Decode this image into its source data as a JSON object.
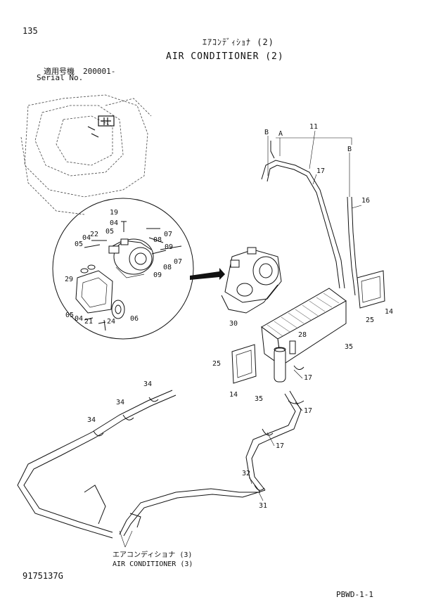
{
  "page_number": "135",
  "title_jp": "ｴｱｺﾝﾃﾞｨｼｮﾅ (2)",
  "title_en": "AIR CONDITIONER (2)",
  "serial_label_jp": "適用号機",
  "serial_value": "200001-",
  "serial_label_en": "Serial No.",
  "doc_id": "9175137G",
  "footer_code": "PBWD-1-1",
  "reference": {
    "jp": "エアコンディショナ (3)",
    "en": "AIR CONDITIONER (3)"
  },
  "callouts": {
    "c11": "11",
    "cA": "A",
    "cB1": "B",
    "cB2": "B",
    "c17a": "17",
    "c16": "16",
    "c19": "19",
    "c04a": "04",
    "c05a": "05",
    "c22": "22",
    "c04b": "04",
    "c05b": "05",
    "c08a": "08",
    "c07a": "07",
    "c09a": "09",
    "c08b": "08",
    "c07b": "07",
    "c09b": "09",
    "c29": "29",
    "c05c": "05",
    "c04c": "04",
    "c21": "21",
    "c24": "24",
    "c06": "06",
    "c30": "30",
    "c25a": "25",
    "c14a": "14",
    "c28": "28",
    "c35a": "35",
    "c25b": "25",
    "c17b": "17",
    "c14b": "14",
    "c35b": "35",
    "c17c": "17",
    "c34a": "34",
    "c34b": "34",
    "c34c": "34",
    "c17d": "17",
    "c32": "32",
    "c31": "31"
  }
}
